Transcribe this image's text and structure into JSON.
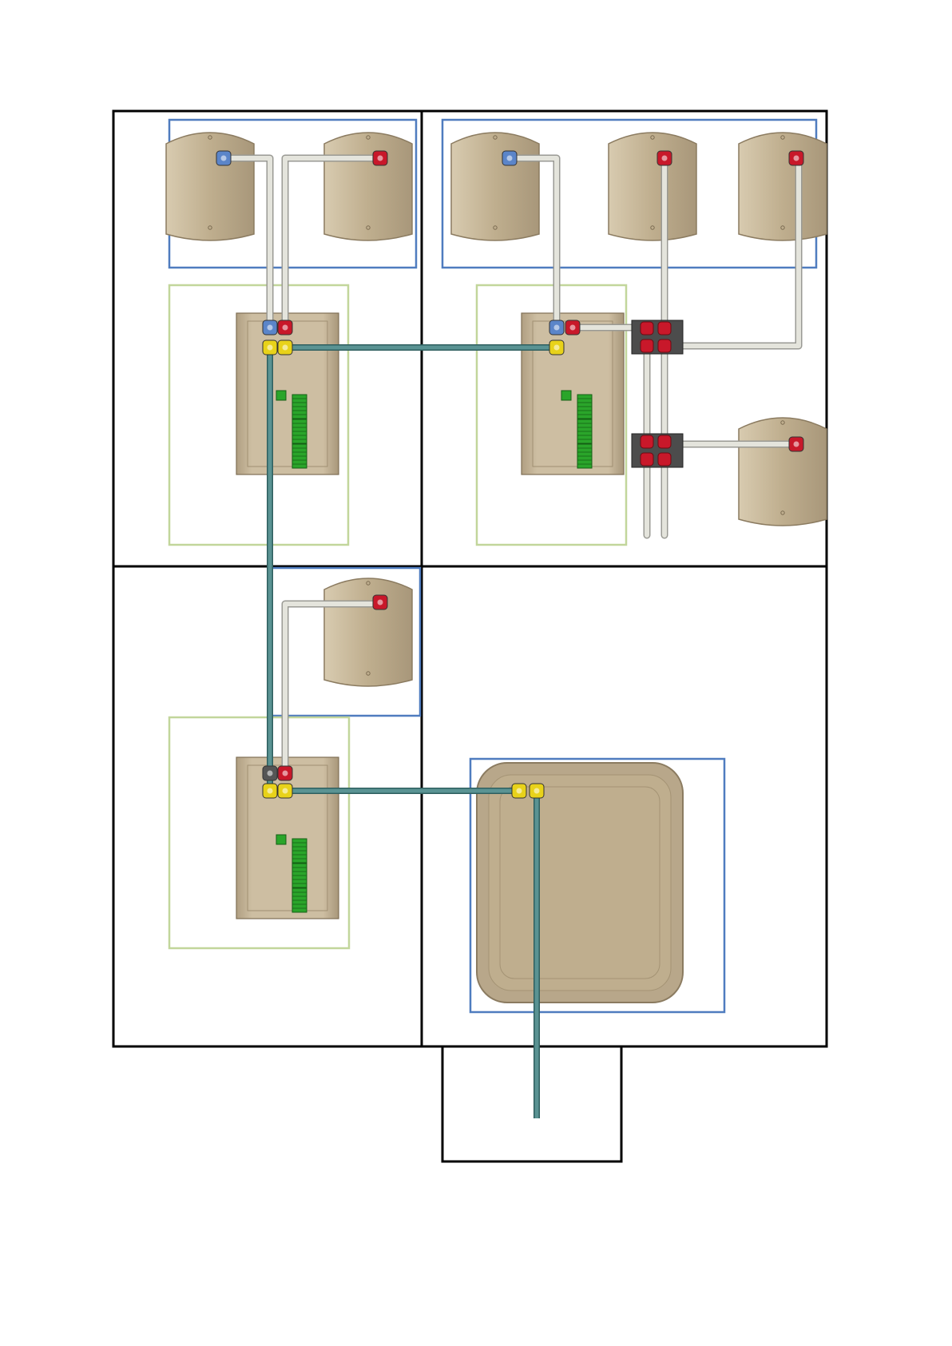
{
  "colors": {
    "room_border": "#000000",
    "receiver_group_border": "#4f7cbf",
    "controller_group_border": "#c2d69b",
    "receiver_fill": "#bfae8e",
    "controller_fill": "#c8b899",
    "white_pipe": "#e4e4dc",
    "white_pipe_edge": "#9a9a94",
    "bus_cable": "#5a9393",
    "bus_cable_edge": "#2f5f5f",
    "blue_connector": "#5b85c9",
    "red_connector": "#c8182a",
    "yellow_connector": "#e8d21a",
    "terminal_green": "#2aa52a",
    "junction_box": "#4c4c4c"
  },
  "icons": {
    "receiver": "wall-receiver-icon",
    "controller": "controller-unit-icon",
    "junction": "junction-block-icon",
    "master_panel": "master-panel-icon"
  },
  "rooms": [
    {
      "id": "room-top-left"
    },
    {
      "id": "room-top-right"
    },
    {
      "id": "room-bottom-left"
    },
    {
      "id": "room-bottom-right"
    },
    {
      "id": "room-outside"
    }
  ],
  "devices": {
    "receivers": [
      {
        "id": "receiver-1",
        "port": "blue"
      },
      {
        "id": "receiver-2",
        "port": "red"
      },
      {
        "id": "receiver-3",
        "port": "blue"
      },
      {
        "id": "receiver-4",
        "port": "red"
      },
      {
        "id": "receiver-5",
        "port": "red"
      },
      {
        "id": "receiver-6",
        "port": "red"
      },
      {
        "id": "receiver-7",
        "port": "red"
      }
    ],
    "controllers": [
      {
        "id": "controller-1"
      },
      {
        "id": "controller-2"
      },
      {
        "id": "controller-3"
      }
    ],
    "junctions": [
      {
        "id": "junction-1"
      },
      {
        "id": "junction-2"
      }
    ],
    "panels": [
      {
        "id": "master-panel"
      }
    ]
  }
}
